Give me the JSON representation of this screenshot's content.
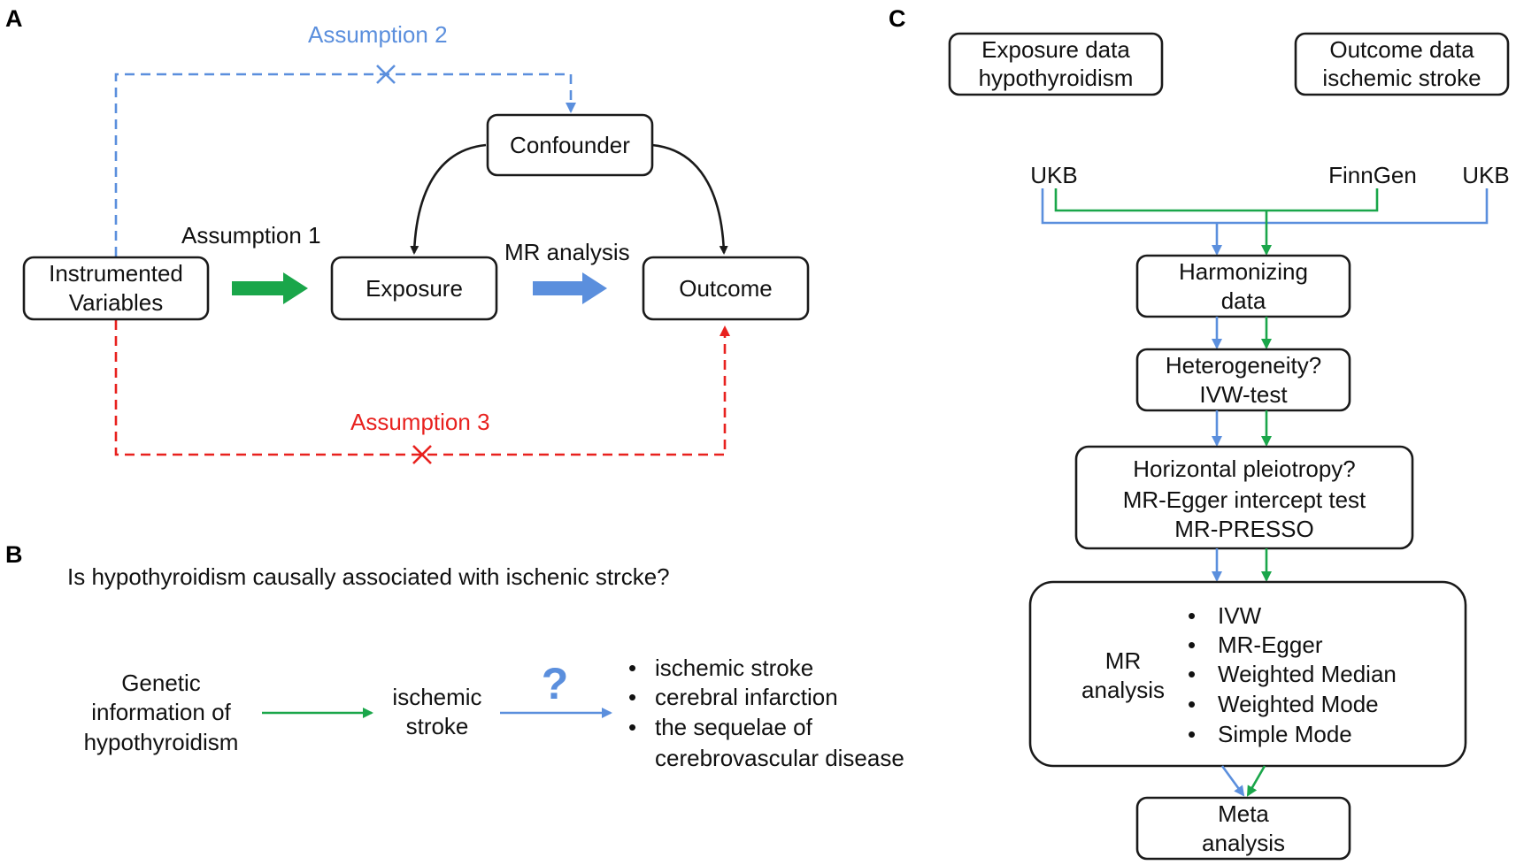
{
  "panels": {
    "a": "A",
    "b": "B",
    "c": "C"
  },
  "colors": {
    "blue": "#5b8fdd",
    "green": "#1aa64a",
    "red": "#e8211e",
    "black": "#1a1a1a"
  },
  "panel_a": {
    "assumption2": "Assumption 2",
    "assumption1": "Assumption 1",
    "assumption3": "Assumption 3",
    "mr_analysis": "MR analysis",
    "confounder": "Confounder",
    "instrumented": [
      "Instrumented",
      "Variables"
    ],
    "exposure": "Exposure",
    "outcome": "Outcome"
  },
  "panel_b": {
    "question": "Is hypothyroidism causally associated with ischenic strcke?",
    "genetic": [
      "Genetic",
      "information of",
      "hypothyroidism"
    ],
    "ischemic": [
      "ischemic",
      "stroke"
    ],
    "qmark": "?",
    "bullet": "•",
    "outcomes": [
      "ischemic stroke",
      "cerebral infarction",
      "the sequelae of",
      "cerebrovascular disease"
    ]
  },
  "panel_c": {
    "exposure_data": [
      "Exposure data",
      "hypothyroidism"
    ],
    "outcome_data": [
      "Outcome data",
      "ischemic stroke"
    ],
    "source_left": "UKB",
    "source_mid": "FinnGen",
    "source_right": "UKB",
    "harmonizing": [
      "Harmonizing",
      "data"
    ],
    "heterogeneity": [
      "Heterogeneity?",
      "IVW-test"
    ],
    "pleiotropy": [
      "Horizontal pleiotropy?",
      "MR-Egger intercept test",
      "MR-PRESSO"
    ],
    "mr_label": [
      "MR",
      "analysis"
    ],
    "mr_methods": [
      "IVW",
      "MR-Egger",
      "Weighted  Median",
      "Weighted  Mode",
      "Simple  Mode"
    ],
    "meta": [
      "Meta",
      "analysis"
    ]
  }
}
